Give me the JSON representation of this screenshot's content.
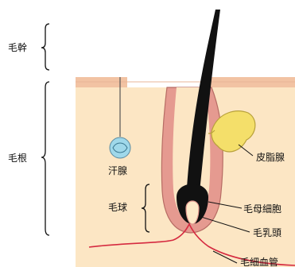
{
  "labels": {
    "shaft": "毛幹",
    "root": "毛根",
    "sweat_gland": "汗腺",
    "sebaceous_gland": "皮脂腺",
    "hair_bulb": "毛球",
    "matrix_cells": "毛母細胞",
    "papilla": "毛乳頭",
    "capillary": "毛細血管"
  },
  "colors": {
    "skin_surface": "#f2c3a3",
    "dermis": "#fce6c4",
    "follicle_sheath": "#e59a90",
    "hair": "#111111",
    "papilla": "#fde9c7",
    "sebaceous_gland": "#f4df6a",
    "sweat_gland": "#9fd8ea",
    "capillary": "#d52a40"
  }
}
